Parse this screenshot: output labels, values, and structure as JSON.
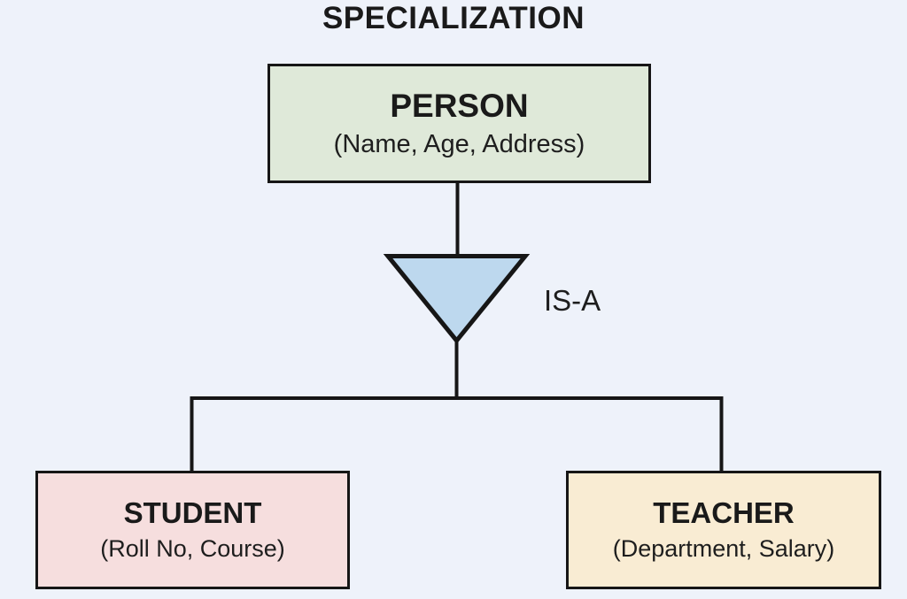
{
  "diagram": {
    "title": "SPECIALIZATION",
    "relationship_label": "IS-A",
    "background_color": "#eef2fa",
    "line_color": "#161616",
    "triangle_fill": "#bdd8ee",
    "entities": {
      "person": {
        "name": "PERSON",
        "attributes": "(Name, Age, Address)",
        "fill": "#dfe9d9"
      },
      "student": {
        "name": "STUDENT",
        "attributes": "(Roll No, Course)",
        "fill": "#f6dede"
      },
      "teacher": {
        "name": "TEACHER",
        "attributes": "(Department, Salary)",
        "fill": "#f9ecd3"
      }
    }
  }
}
